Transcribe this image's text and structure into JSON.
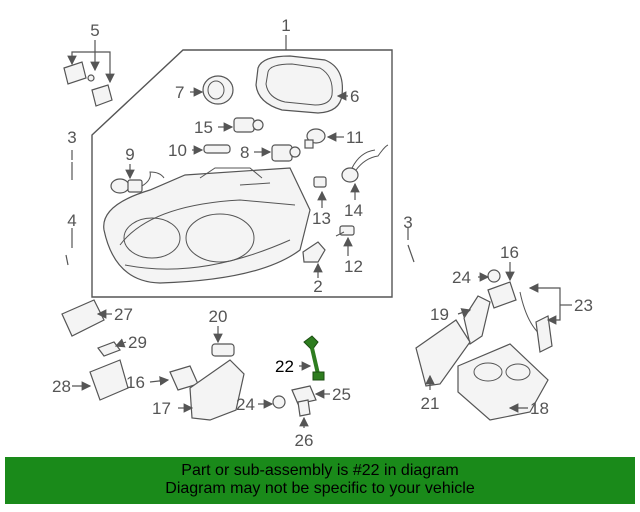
{
  "colors": {
    "banner": "#1a8a1a",
    "highlight_part": "#2e7d1f",
    "outline": "#555555"
  },
  "diagram": {
    "highlighted_part": "22",
    "labels": [
      "1",
      "2",
      "3",
      "3",
      "4",
      "5",
      "6",
      "7",
      "8",
      "9",
      "10",
      "11",
      "12",
      "13",
      "14",
      "15",
      "16",
      "16",
      "17",
      "18",
      "19",
      "20",
      "21",
      "22",
      "23",
      "24",
      "24",
      "25",
      "26",
      "27",
      "28",
      "29"
    ]
  },
  "banner": {
    "line1": "Part or sub-assembly is #22 in diagram",
    "line2": "Diagram may not be specific to your vehicle"
  }
}
